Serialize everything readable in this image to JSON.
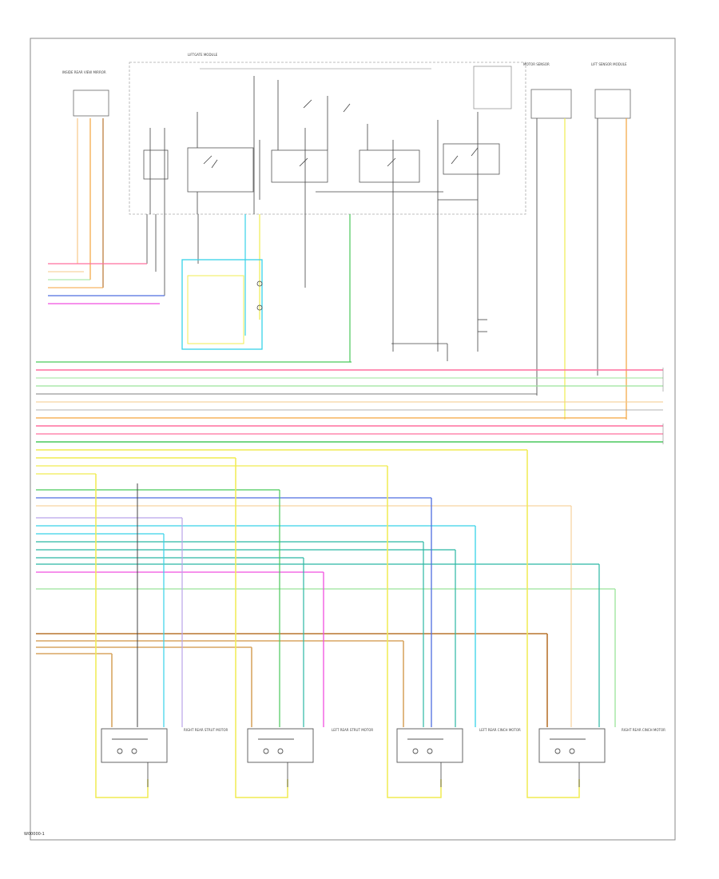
{
  "labels": {
    "module_title": "LIFTGATE\nMODULE",
    "upper_left_box": "INSIDE REAR VIEW\nMIRROR",
    "upper_right_box_a": "MOTOR\nSENSOR",
    "upper_right_box_b": "LIFT SENSOR\nMODULE",
    "lower_modules": [
      "RIGHT REAR\nSTRUT MOTOR",
      "LEFT REAR\nSTRUT MOTOR",
      "LEFT REAR\nCINCH MOTOR",
      "RIGHT REAR\nCINCH MOTOR"
    ]
  },
  "page_code": "W00000-1",
  "colors": {
    "pink": "#ff6f9d",
    "orange": "#f4a33c",
    "light_orange": "#f6c98a",
    "yellow": "#f1ec50",
    "green": "#49c95b",
    "light_green": "#9be49a",
    "cyan": "#37d2e8",
    "teal": "#2bb8a3",
    "blue": "#4f6de0",
    "violet": "#b9a4ea",
    "magenta": "#f04fe0",
    "brown": "#b8752f",
    "tan": "#d8a662",
    "dark": "#444444",
    "gray": "#9a9a9a"
  }
}
